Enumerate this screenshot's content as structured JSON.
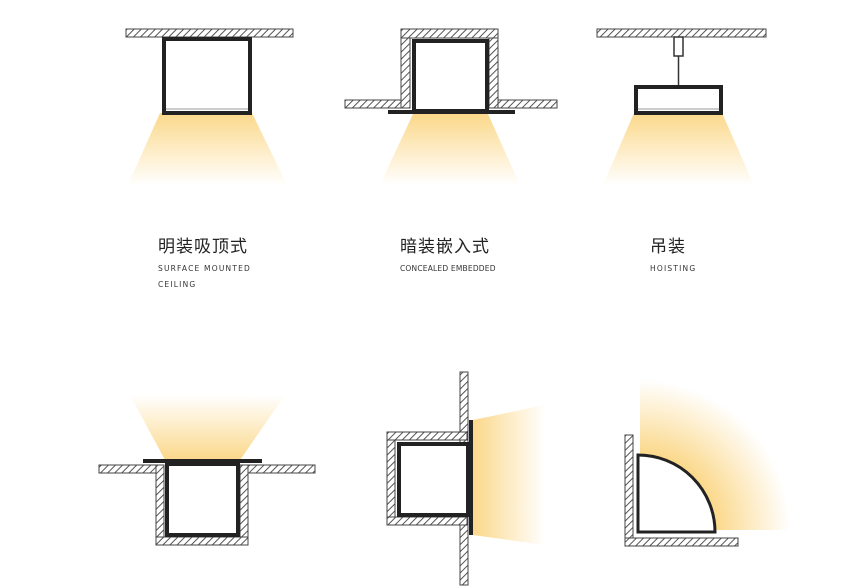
{
  "methods": [
    {
      "title": "明装吸顶式",
      "subtitle_lines": [
        "SURFACE MOUNTED",
        "CEILING"
      ]
    },
    {
      "title": "暗装嵌入式",
      "subtitle_lines": [
        "CONCEALED EMBEDDED"
      ]
    },
    {
      "title": "吊装",
      "subtitle_lines": [
        "HOISTING"
      ]
    }
  ],
  "colors": {
    "light": "#fbd88a",
    "frame": "#222222",
    "hatch": "#555555"
  }
}
